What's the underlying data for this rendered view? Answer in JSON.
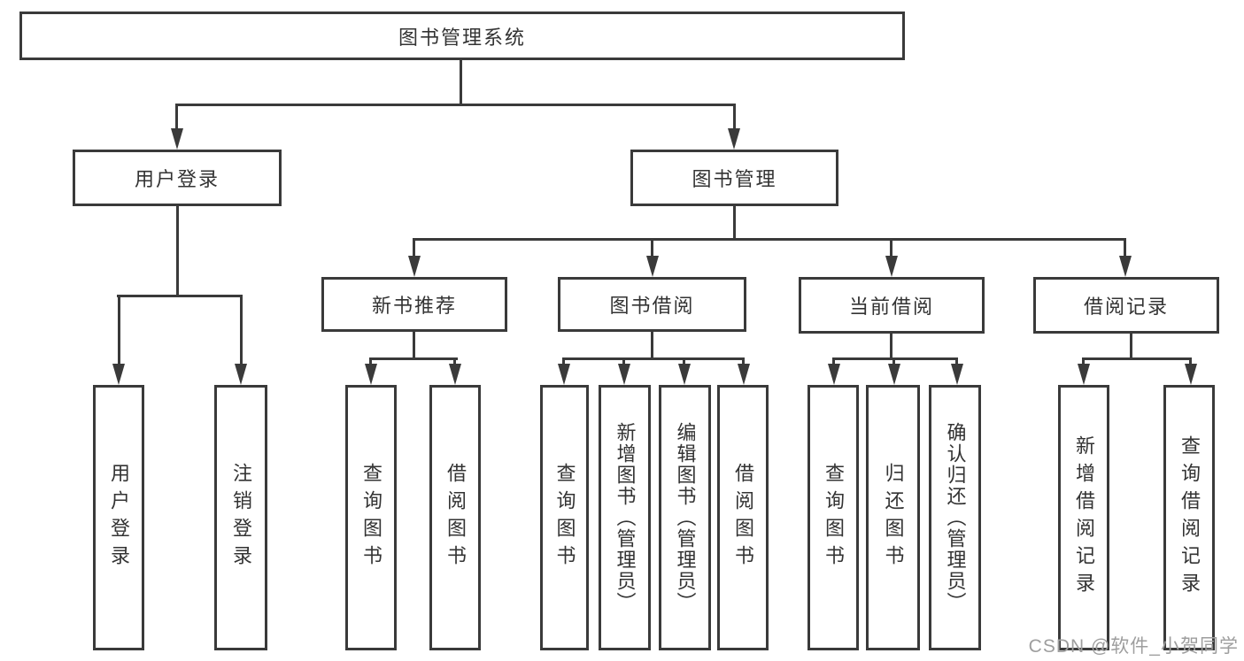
{
  "diagram": {
    "root": "图书管理系统",
    "level2": {
      "user_login": "用户登录",
      "book_management": "图书管理"
    },
    "level3": {
      "new_book_recommend": "新书推荐",
      "book_borrow": "图书借阅",
      "current_borrow": "当前借阅",
      "borrow_records": "借阅记录"
    },
    "leaves": {
      "user_login": [
        "用户登录",
        "注销登录"
      ],
      "new_book_recommend": [
        "查询图书",
        "借阅图书"
      ],
      "book_borrow": [
        "查询图书",
        "新增图书（管理员）",
        "编辑图书（管理员）",
        "借阅图书"
      ],
      "current_borrow": [
        "查询图书",
        "归还图书",
        "确认归还（管理员）"
      ],
      "borrow_records": [
        "新增借阅记录",
        "查询借阅记录"
      ]
    }
  },
  "watermark": "CSDN @软件_小贺同学",
  "colors": {
    "line": "#3a3a3a",
    "text": "#333333",
    "watermark": "#9e9e9e",
    "background": "#ffffff"
  }
}
